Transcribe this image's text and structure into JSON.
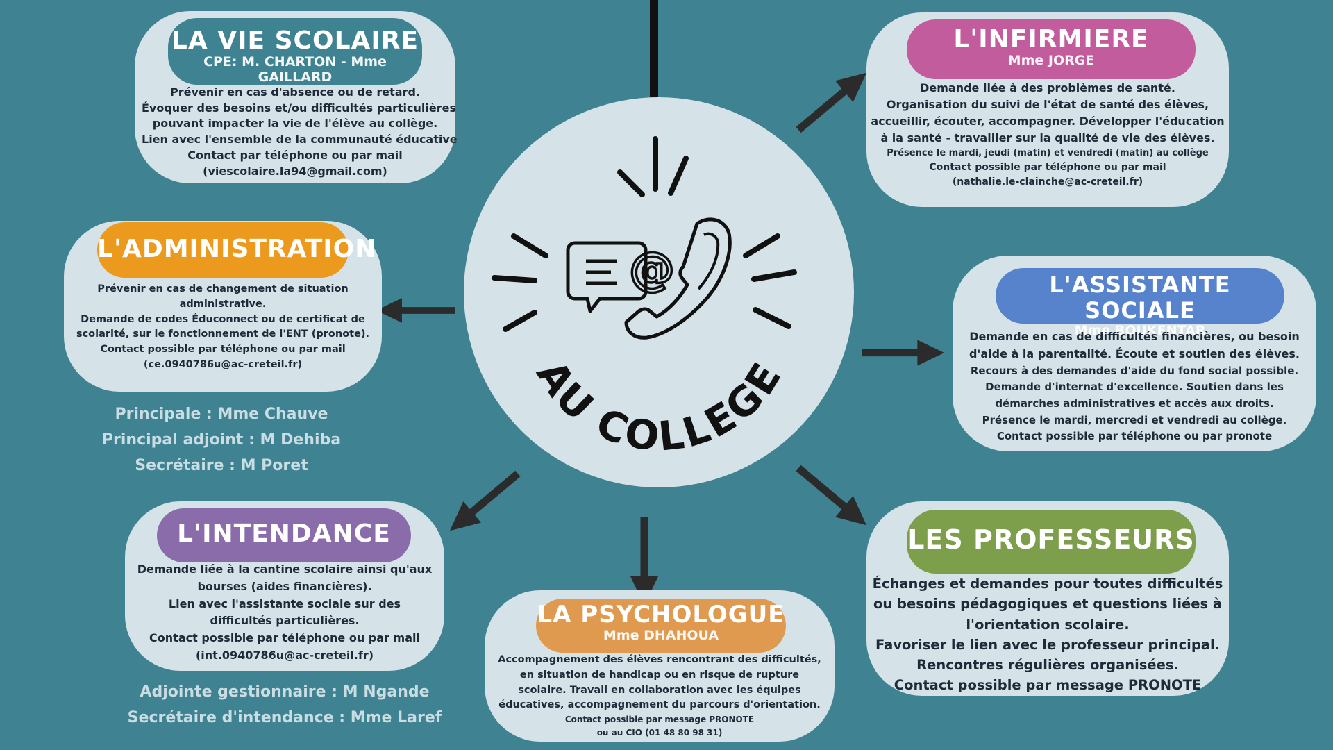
{
  "colors": {
    "background": "#3f8291",
    "card": "#d5e3e8",
    "vie_scolaire": "#3f8291",
    "infirmiere": "#c25c9c",
    "administration": "#ec9a1e",
    "assistante_sociale": "#5683cc",
    "intendance": "#8a6cab",
    "professeurs": "#7d9e4a",
    "psychologue": "#e09a4f",
    "ink": "#1e2a38"
  },
  "center": {
    "label": "AU COLLEGE",
    "icons": [
      "email-icon",
      "phone-icon",
      "chat-bubble-icon"
    ]
  },
  "vie_scolaire": {
    "title": "LA VIE SCOLAIRE",
    "subtitle": "CPE: M. CHARTON - Mme GAILLARD",
    "lines": [
      "Prévenir en cas d'absence ou de retard.",
      "Évoquer des besoins et/ou difficultés particulières",
      "pouvant impacter la vie de l'élève au collège.",
      "Lien avec l'ensemble de la communauté éducative",
      "Contact par téléphone ou par mail",
      "(viescolaire.la94@gmail.com)"
    ]
  },
  "infirmiere": {
    "title": "L'INFIRMIERE",
    "subtitle": "Mme JORGE",
    "lines": [
      "Demande liée à des problèmes de santé.",
      "Organisation du suivi de l'état de santé des élèves,",
      "accueillir, écouter, accompagner. Développer l'éducation",
      "à la santé - travailler sur la qualité de vie des élèves.",
      "Présence le mardi, jeudi (matin) et vendredi (matin) au collège",
      "Contact possible par téléphone ou par mail",
      "(nathalie.le-clainche@ac-creteil.fr)"
    ]
  },
  "administration": {
    "title": "L'ADMINISTRATION",
    "lines": [
      "Prévenir en cas de changement de situation",
      "administrative.",
      "Demande de codes Éduconnect ou de certificat de",
      "scolarité, sur le fonctionnement de l'ENT (pronote).",
      "Contact possible par téléphone ou par mail",
      "(ce.0940786u@ac-creteil.fr)"
    ],
    "staff": [
      "Principale : Mme Chauve",
      "Principal adjoint : M Dehiba",
      "Secrétaire : M Poret"
    ]
  },
  "assistante_sociale": {
    "title": "L'ASSISTANTE SOCIALE",
    "subtitle": "Mme BOUKENTAR",
    "lines": [
      "Demande en cas de difficultés financières, ou besoin",
      "d'aide à la parentalité. Écoute et soutien des élèves.",
      "Recours à des demandes d'aide du fond social possible.",
      "Demande d'internat d'excellence. Soutien dans les",
      "démarches administratives et accès aux droits.",
      "Présence le mardi, mercredi et vendredi au collège.",
      "Contact possible par téléphone ou par pronote"
    ]
  },
  "intendance": {
    "title": "L'INTENDANCE",
    "lines": [
      "Demande liée à la cantine scolaire ainsi qu'aux",
      "bourses (aides financières).",
      "Lien avec l'assistante sociale sur des",
      "difficultés particulières.",
      "Contact possible par téléphone ou par mail",
      "(int.0940786u@ac-creteil.fr)"
    ],
    "staff": [
      "Adjointe gestionnaire : M Ngande",
      "Secrétaire d'intendance : Mme Laref"
    ]
  },
  "professeurs": {
    "title": "LES PROFESSEURS",
    "lines": [
      "Échanges et demandes pour toutes difficultés",
      "ou besoins pédagogiques et questions liées à",
      "l'orientation scolaire.",
      "Favoriser le lien avec le professeur principal.",
      "Rencontres régulières organisées.",
      "Contact possible par message PRONOTE"
    ]
  },
  "psychologue": {
    "title": "LA PSYCHOLOGUE",
    "subtitle": "Mme DHAHOUA",
    "lines": [
      "Accompagnement des élèves rencontrant des difficultés,",
      "en situation de handicap ou en risque de rupture",
      "scolaire. Travail en collaboration avec les équipes",
      "éducatives, accompagnement du parcours d'orientation."
    ],
    "contact": [
      "Contact possible par message PRONOTE",
      "ou au CIO (01 48 80 98 31)"
    ]
  }
}
